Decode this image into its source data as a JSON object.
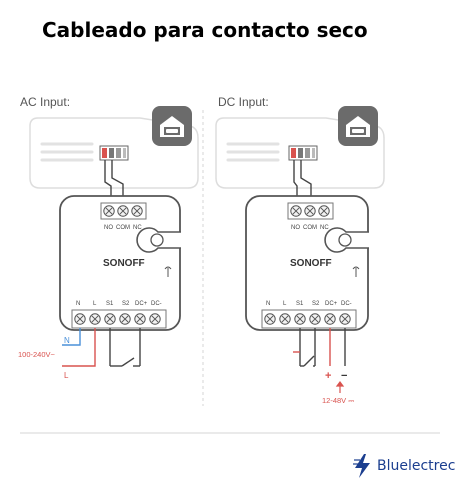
{
  "title": "Cableado para contacto seco",
  "ac_panel": {
    "heading": "AC Input:",
    "relay_terminals": [
      "NO",
      "COM",
      "NC"
    ],
    "brand": "SONOFF",
    "bottom_terminals": [
      "N",
      "L",
      "S1",
      "S2",
      "DC+",
      "DC-"
    ],
    "voltage_label": "100-240V~",
    "n_label": "N",
    "l_label": "L"
  },
  "dc_panel": {
    "heading": "DC Input:",
    "relay_terminals": [
      "NO",
      "COM",
      "NC"
    ],
    "brand": "SONOFF",
    "bottom_terminals": [
      "N",
      "L",
      "S1",
      "S2",
      "DC+",
      "DC-"
    ],
    "plus_label": "+",
    "minus_label": "−",
    "voltage_label": "12-48V ⎓"
  },
  "footer": {
    "brand_name": "Bluelectrec"
  },
  "colors": {
    "wire_dark": "#444444",
    "wire_red": "#d9534f",
    "wire_blue": "#4a90d9",
    "outline": "#555555",
    "ghost": "#dddddd"
  },
  "icons": [
    "garage-icon",
    "lightning-icon",
    "antenna-icon"
  ]
}
